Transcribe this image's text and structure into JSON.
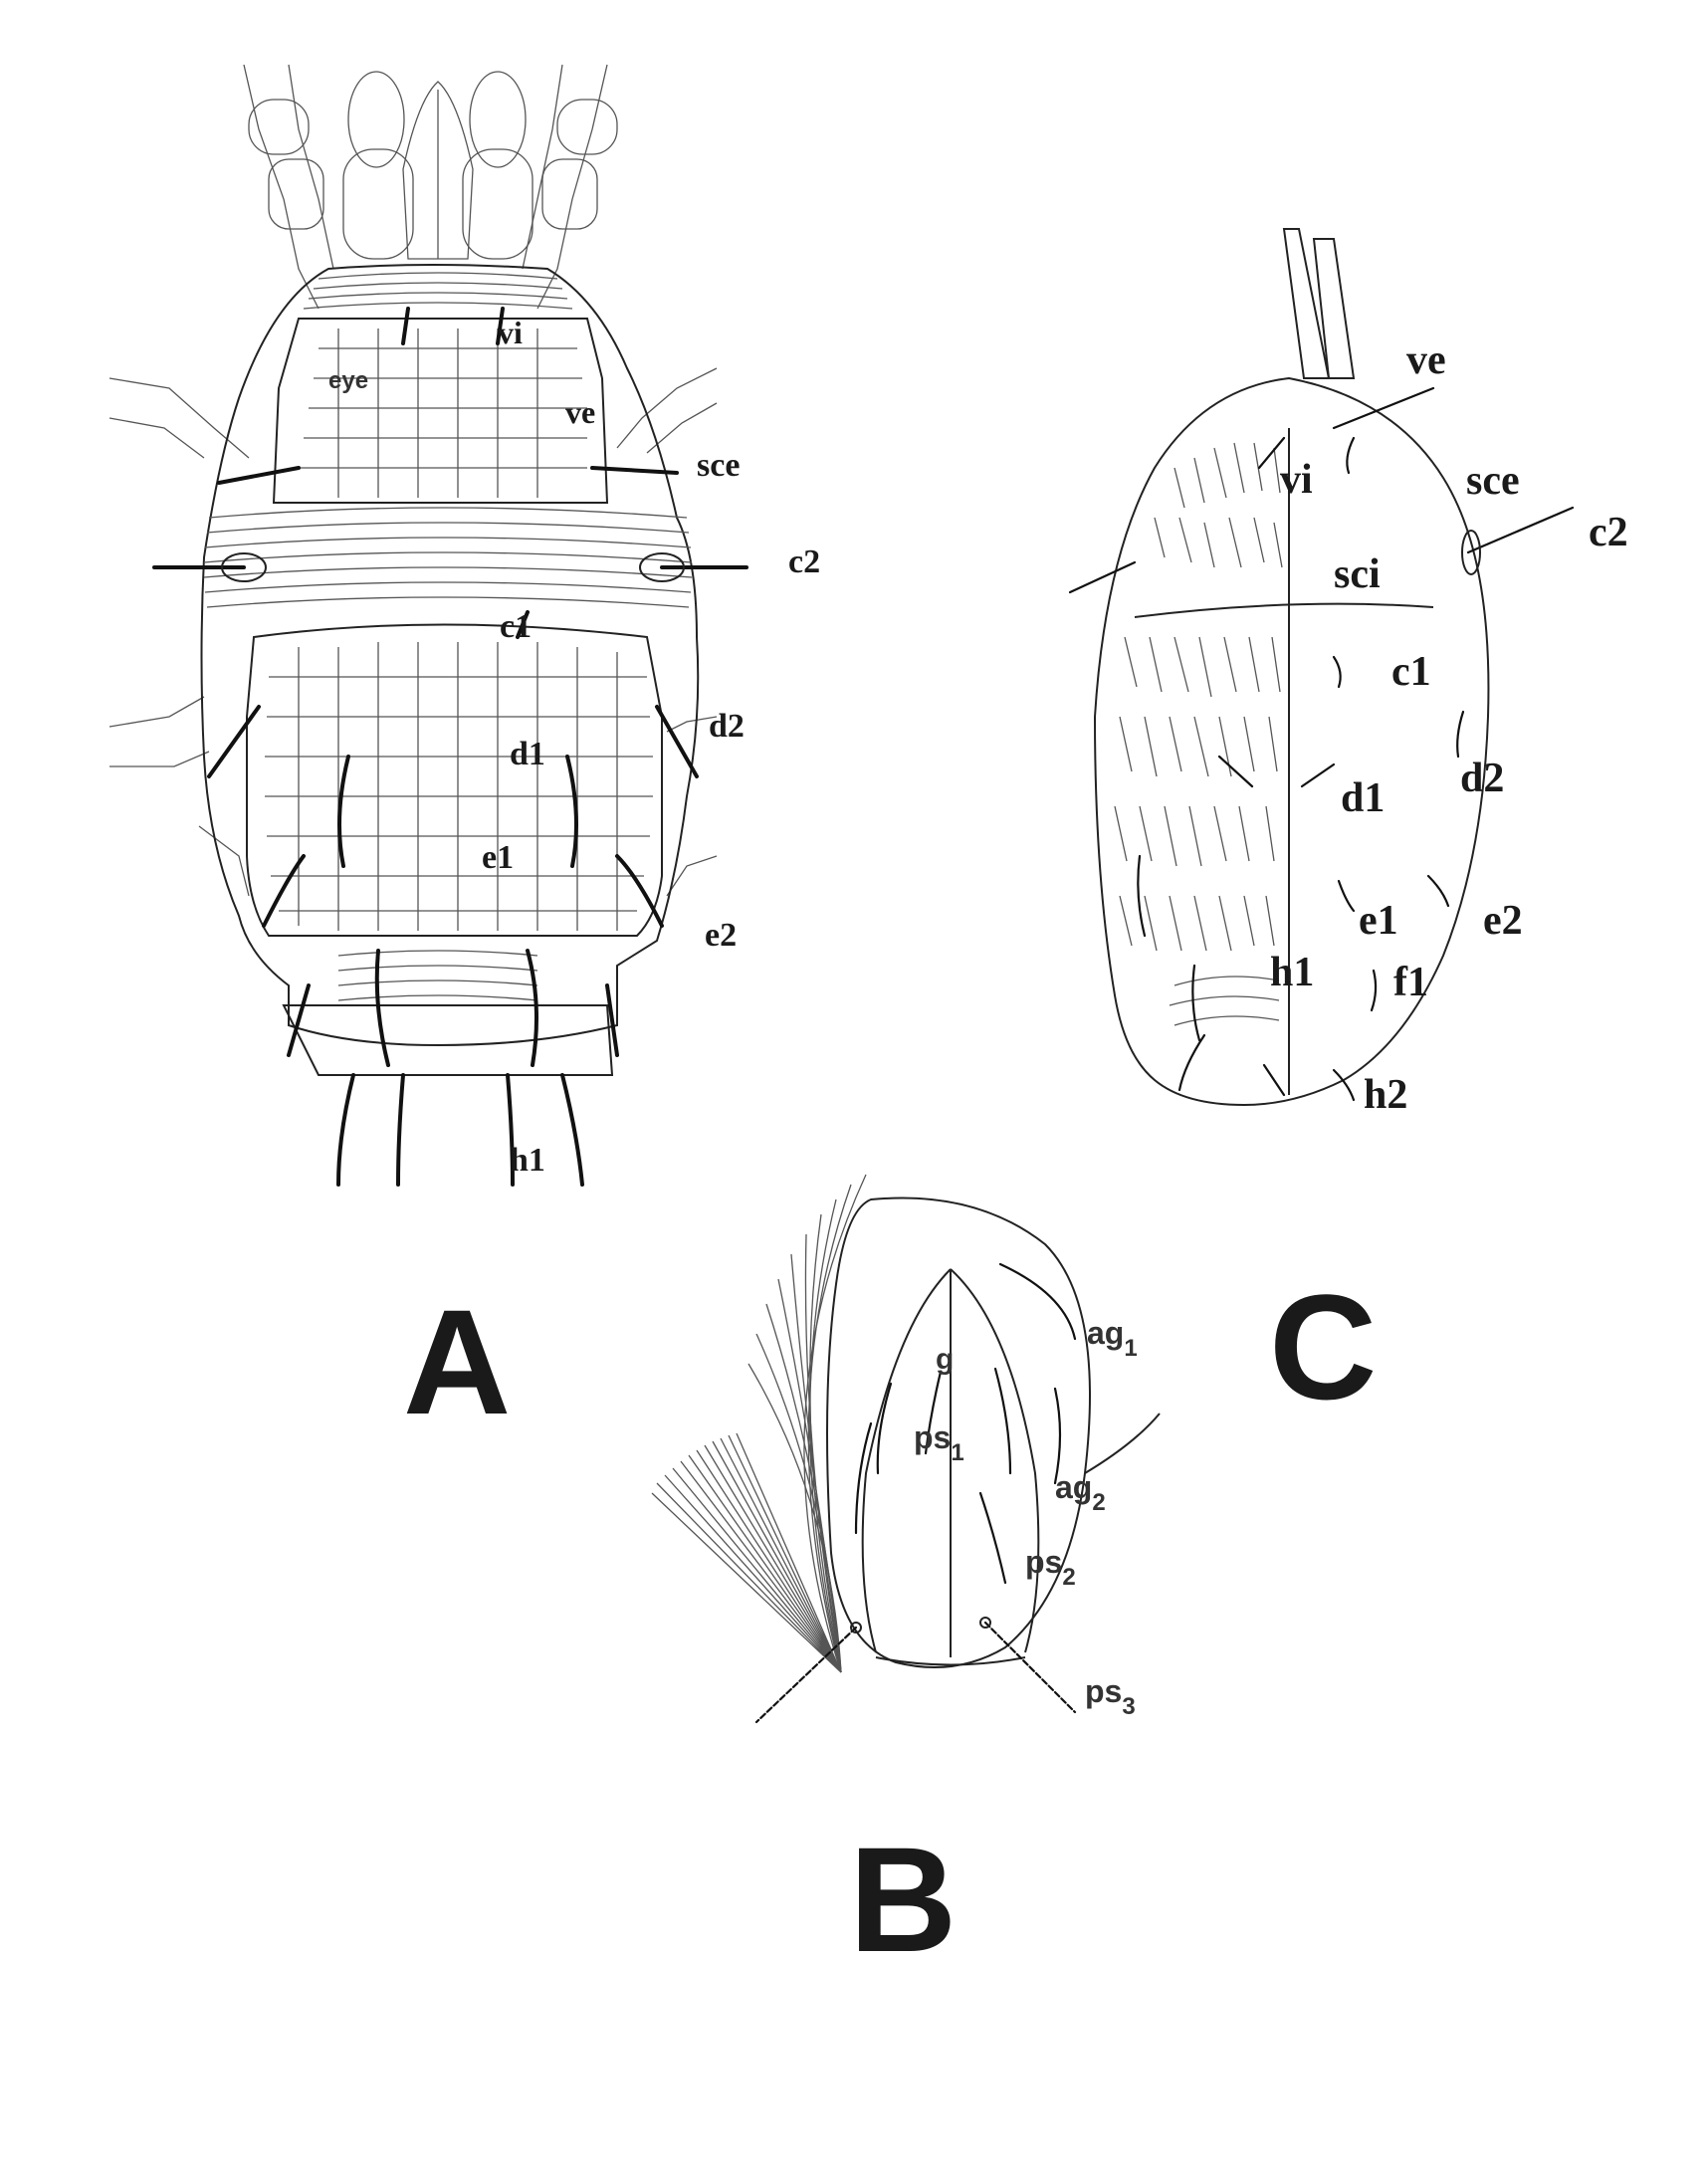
{
  "panels": {
    "A": {
      "letter": "A",
      "labels": {
        "vi": "vi",
        "eye": "eye",
        "ve": "ve",
        "sce": "sce",
        "c2": "c2",
        "c1": "c1",
        "d2": "d2",
        "d1": "d1",
        "e1": "e1",
        "e2": "e2",
        "h1": "h1"
      }
    },
    "B": {
      "letter": "B",
      "labels": {
        "g": "g",
        "ag1": {
          "base": "ag",
          "sub": "1"
        },
        "ps1": {
          "base": "ps",
          "sub": "1"
        },
        "ag2": {
          "base": "ag",
          "sub": "2"
        },
        "ps2": {
          "base": "ps",
          "sub": "2"
        },
        "ps3": {
          "base": "ps",
          "sub": "3"
        }
      }
    },
    "C": {
      "letter": "C",
      "labels": {
        "ve": "ve",
        "vi": "vi",
        "sce": "sce",
        "c2": "c2",
        "sci": "sci",
        "c1": "c1",
        "d1": "d1",
        "d2": "d2",
        "e1": "e1",
        "e2": "e2",
        "h1": "h1",
        "f1": "f1",
        "h2": "h2"
      }
    }
  }
}
